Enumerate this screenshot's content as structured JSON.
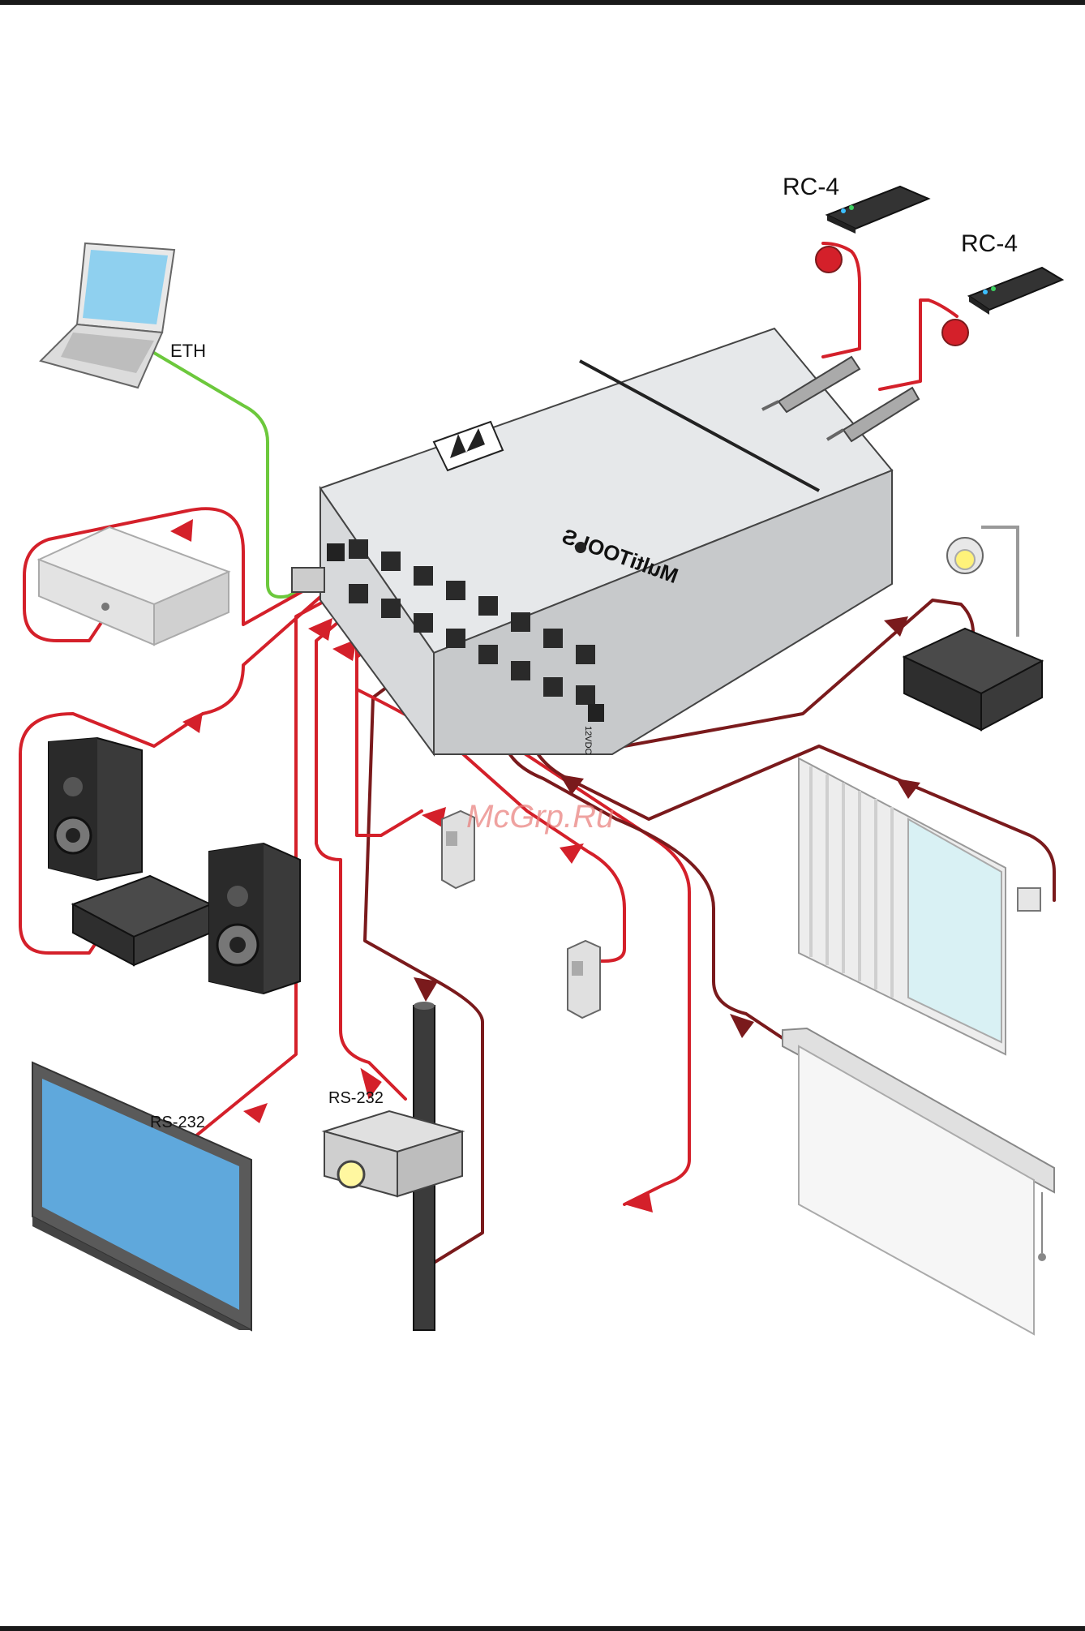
{
  "labels": {
    "eth": "ETH",
    "rc4_a": "RC-4",
    "rc4_b": "RC-4",
    "rs232_projector": "RS-232",
    "rs232_display": "RS-232",
    "device_model": "MultiTOOLS",
    "port_dc": "12VDC",
    "watermark": "McGrp.Ru"
  },
  "colors": {
    "cable_red": "#d4202a",
    "cable_dark": "#7a1a1c",
    "cable_green": "#6cc83c",
    "rule": "#1a1a1a",
    "device_body": "#e6e8ea",
    "watermark": "#e87a78"
  }
}
